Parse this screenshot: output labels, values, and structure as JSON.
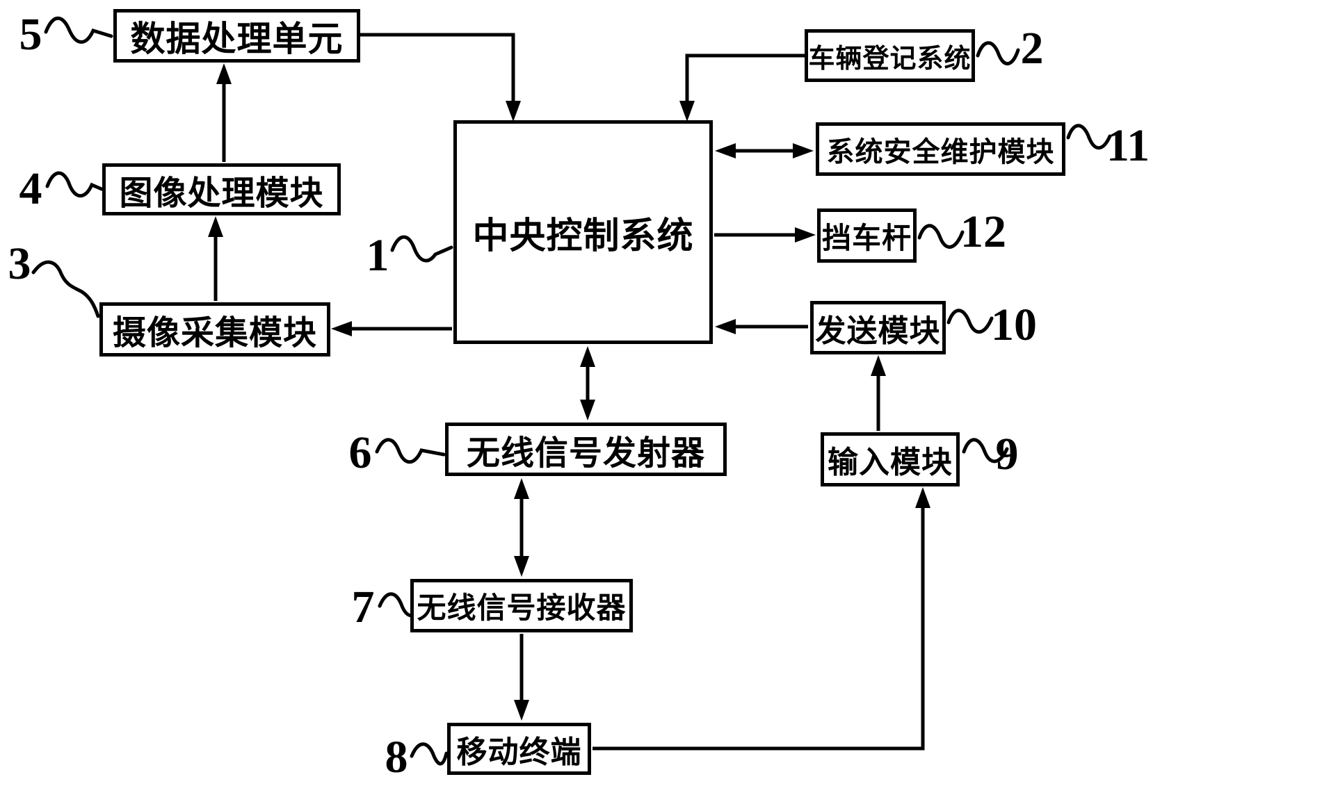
{
  "figure": {
    "background": "#ffffff",
    "line_color": "#000000",
    "nodes": {
      "central_control": {
        "ref": "1",
        "label": "中央控制系统"
      },
      "vehicle_registration": {
        "ref": "2",
        "label": "车辆登记系统"
      },
      "camera_capture": {
        "ref": "3",
        "label": "摄像采集模块"
      },
      "image_processing": {
        "ref": "4",
        "label": "图像处理模块"
      },
      "data_processing": {
        "ref": "5",
        "label": "数据处理单元"
      },
      "wireless_transmitter": {
        "ref": "6",
        "label": "无线信号发射器"
      },
      "wireless_receiver": {
        "ref": "7",
        "label": "无线信号接收器"
      },
      "mobile_terminal": {
        "ref": "8",
        "label": "移动终端"
      },
      "input_module": {
        "ref": "9",
        "label": "输入模块"
      },
      "sending_module": {
        "ref": "10",
        "label": "发送模块"
      },
      "security_maintenance": {
        "ref": "11",
        "label": "系统安全维护模块"
      },
      "barrier_gate": {
        "ref": "12",
        "label": "挡车杆"
      }
    },
    "connections": [
      {
        "from": "data_processing",
        "to": "central_control",
        "style": "arrow"
      },
      {
        "from": "vehicle_registration",
        "to": "central_control",
        "style": "arrow"
      },
      {
        "from": "camera_capture",
        "to": "image_processing",
        "style": "arrow"
      },
      {
        "from": "image_processing",
        "to": "data_processing",
        "style": "arrow"
      },
      {
        "from": "central_control",
        "to": "camera_capture",
        "style": "arrow"
      },
      {
        "from": "central_control",
        "to": "security_maintenance",
        "style": "double-arrow"
      },
      {
        "from": "central_control",
        "to": "barrier_gate",
        "style": "arrow"
      },
      {
        "from": "sending_module",
        "to": "central_control",
        "style": "arrow"
      },
      {
        "from": "input_module",
        "to": "sending_module",
        "style": "arrow"
      },
      {
        "from": "central_control",
        "to": "wireless_transmitter",
        "style": "double-arrow"
      },
      {
        "from": "wireless_transmitter",
        "to": "wireless_receiver",
        "style": "double-arrow"
      },
      {
        "from": "wireless_receiver",
        "to": "mobile_terminal",
        "style": "arrow"
      },
      {
        "from": "mobile_terminal",
        "to": "input_module",
        "style": "arrow"
      }
    ]
  }
}
